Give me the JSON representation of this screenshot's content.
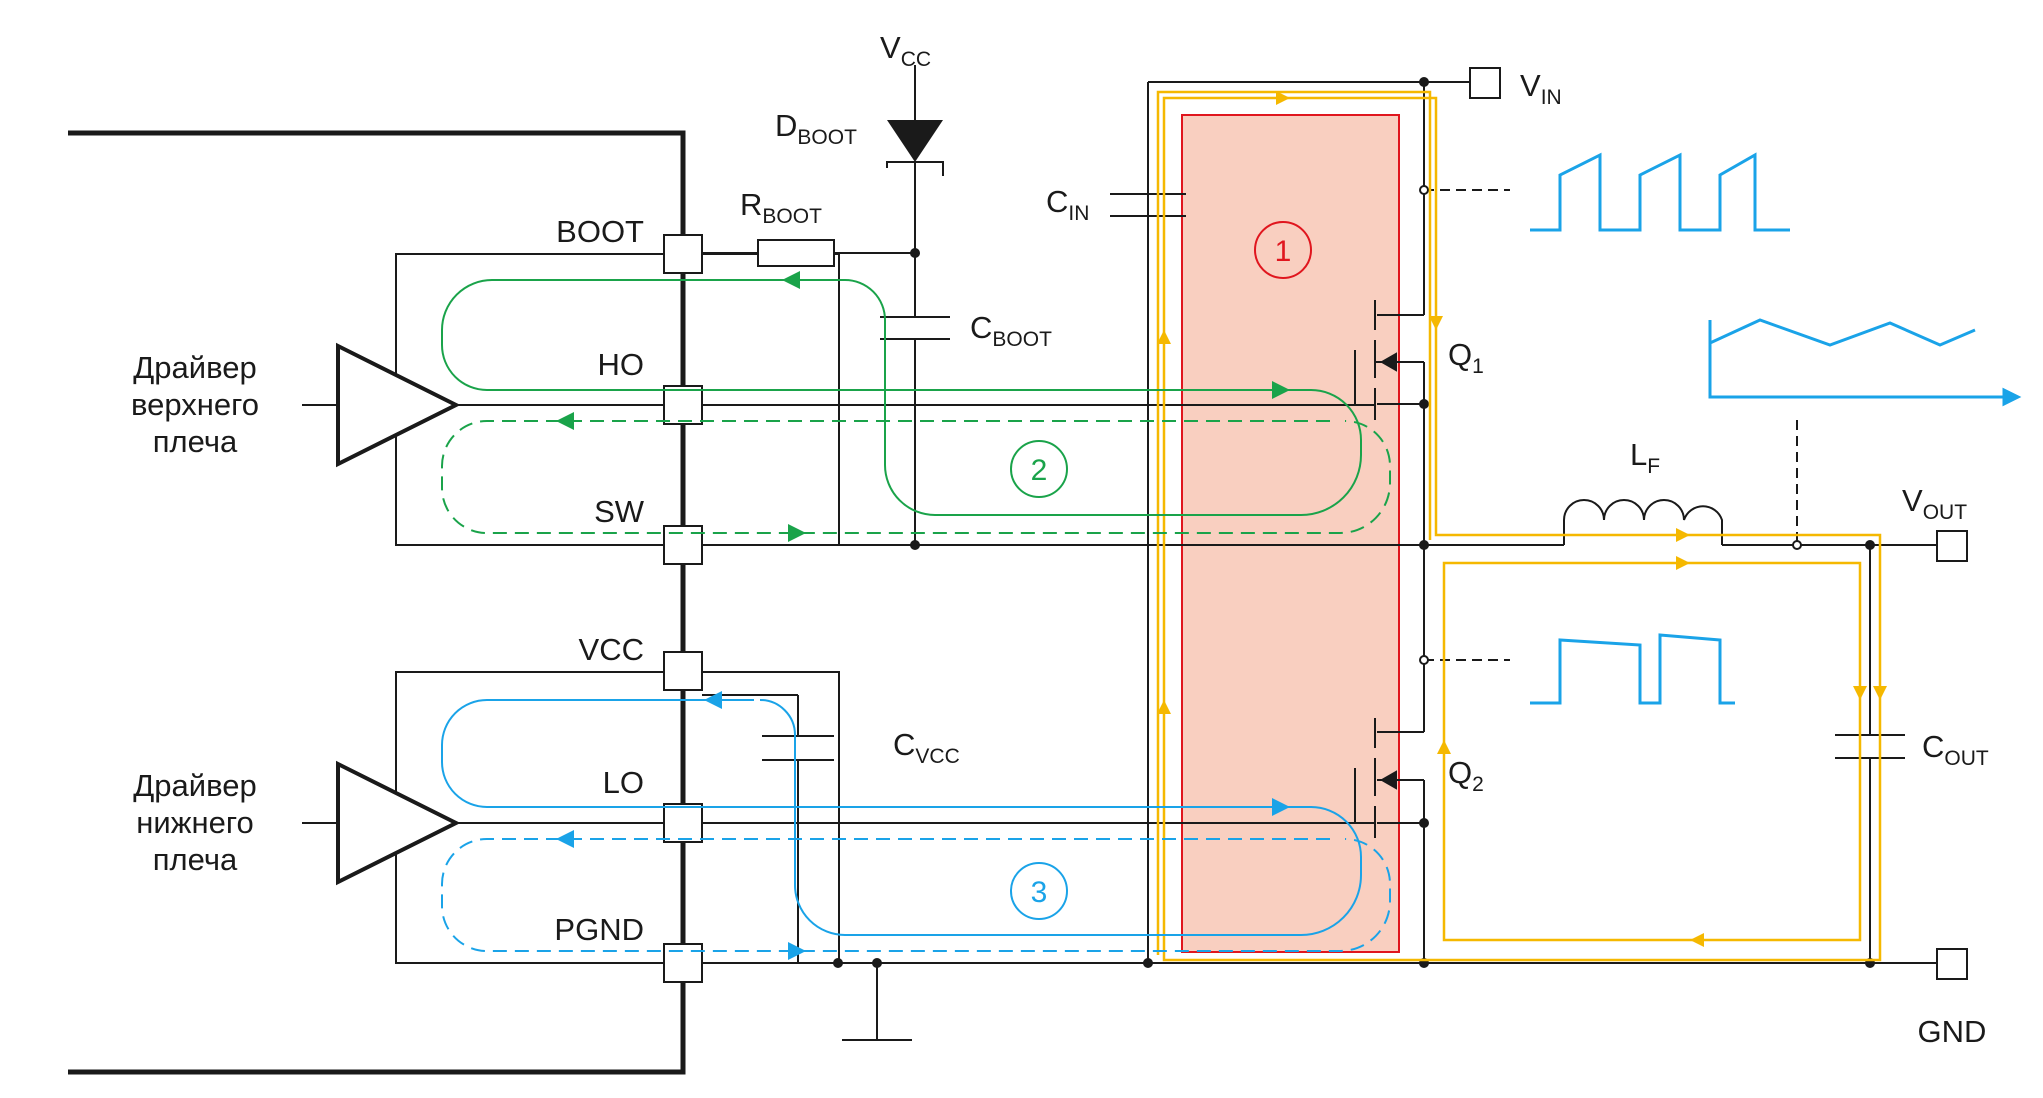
{
  "supply": {
    "vcc": {
      "main": "V",
      "sub": "CC"
    },
    "vin": {
      "main": "V",
      "sub": "IN"
    },
    "vout": {
      "main": "V",
      "sub": "OUT"
    },
    "gnd": "GND"
  },
  "components": {
    "dboot": {
      "main": "D",
      "sub": "BOOT"
    },
    "rboot": {
      "main": "R",
      "sub": "BOOT"
    },
    "cboot": {
      "main": "C",
      "sub": "BOOT"
    },
    "cin": {
      "main": "C",
      "sub": "IN"
    },
    "cvcc": {
      "main": "C",
      "sub": "VCC"
    },
    "cout": {
      "main": "C",
      "sub": "OUT"
    },
    "lf": {
      "main": "L",
      "sub": "F"
    },
    "q1": {
      "main": "Q",
      "sub": "1"
    },
    "q2": {
      "main": "Q",
      "sub": "2"
    }
  },
  "pins": {
    "boot": "BOOT",
    "ho": "HO",
    "sw": "SW",
    "vcc": "VCC",
    "lo": "LO",
    "pgnd": "PGND"
  },
  "drivers": {
    "high": [
      "Драйвер",
      "верхнего",
      "плеча"
    ],
    "low": [
      "Драйвер",
      "нижнего",
      "плеча"
    ]
  },
  "loops": [
    {
      "label": "1",
      "color": "#e0161e"
    },
    {
      "label": "2",
      "color": "#1aa34a"
    },
    {
      "label": "3",
      "color": "#1aa3e8"
    }
  ],
  "colors": {
    "wire": "#1a1a1a",
    "hot_loop_fill": "#f9cfc0",
    "hot_loop_border": "#e0161e",
    "power_path": "#f5b800",
    "gate_loop_high": "#1aa34a",
    "gate_loop_low": "#1aa3e8",
    "waveform": "#1aa3e8"
  }
}
